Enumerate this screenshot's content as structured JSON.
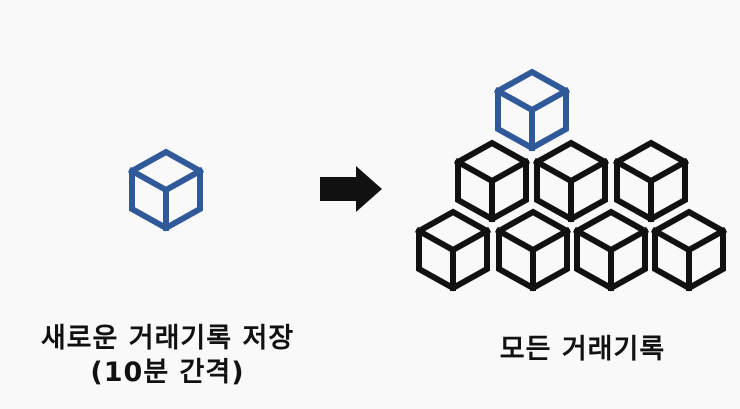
{
  "colors": {
    "background": "#f9f9f9",
    "new_block": "#30599a",
    "chain_block": "#111111",
    "arrow": "#111111"
  },
  "left_panel": {
    "icon": "cube-icon",
    "caption_line1": "새로운 거래기록 저장",
    "caption_line2": "(10분 간격)"
  },
  "arrow": {
    "icon": "right-arrow-icon"
  },
  "right_panel": {
    "icon": "cube-icon",
    "top_block_count": 1,
    "middle_row_count": 3,
    "bottom_row_count": 4,
    "caption": "모든 거래기록"
  }
}
